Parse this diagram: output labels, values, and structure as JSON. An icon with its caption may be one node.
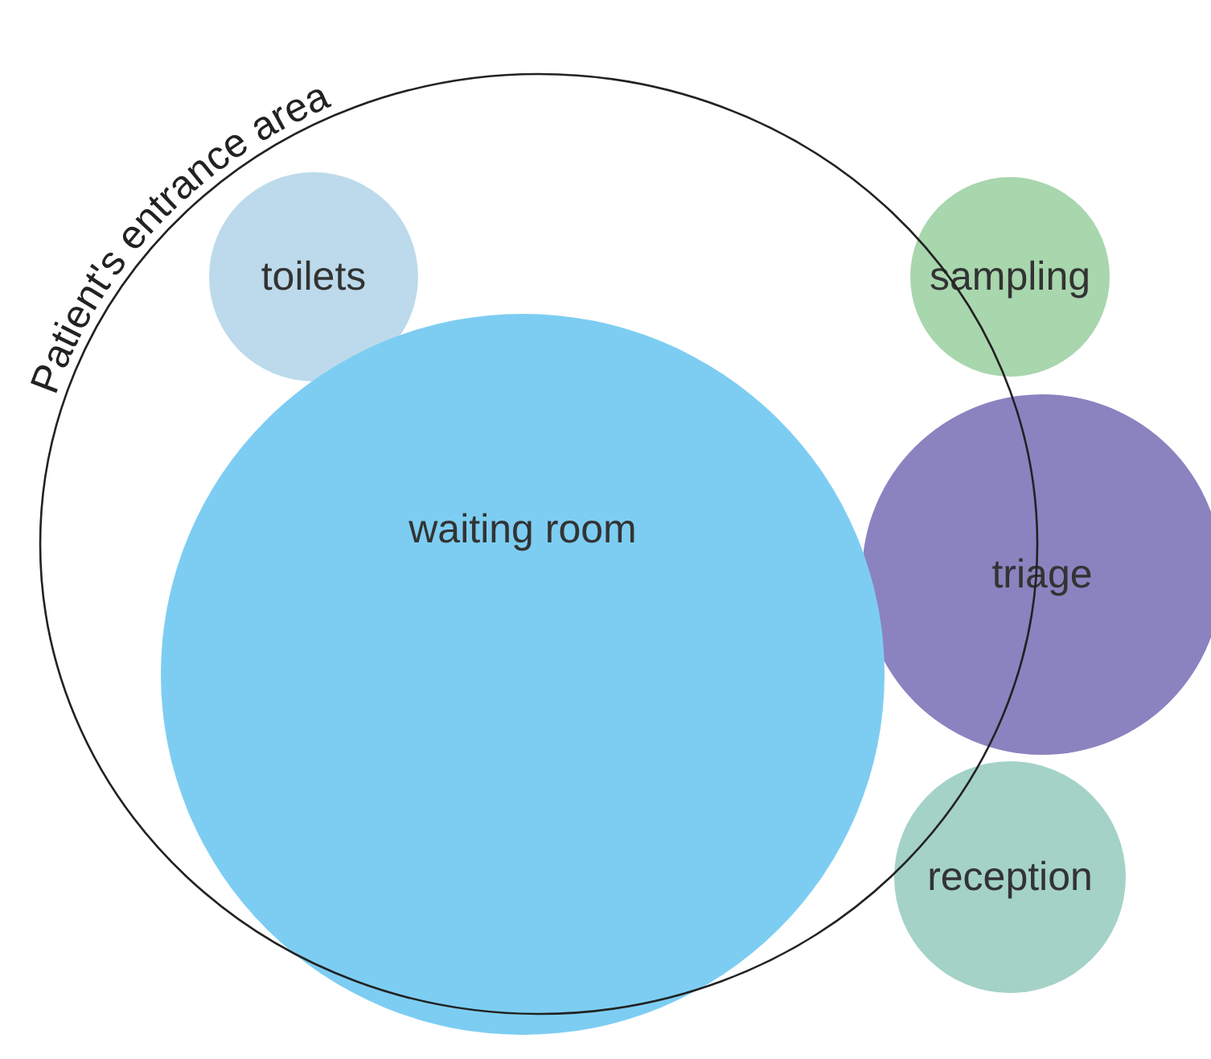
{
  "diagram": {
    "nodes": [
      {
        "text": [
          "Patient's entrance area"
        ]
      },
      {
        "text": [
          "toilets"
        ],
        "in": 0
      },
      {
        "text": [
          "waiting room"
        ],
        "in": 0
      },
      {
        "text": [
          "sampling"
        ]
      },
      {
        "text": [
          "triage"
        ]
      },
      {
        "text": [
          "reception"
        ]
      }
    ]
  }
}
